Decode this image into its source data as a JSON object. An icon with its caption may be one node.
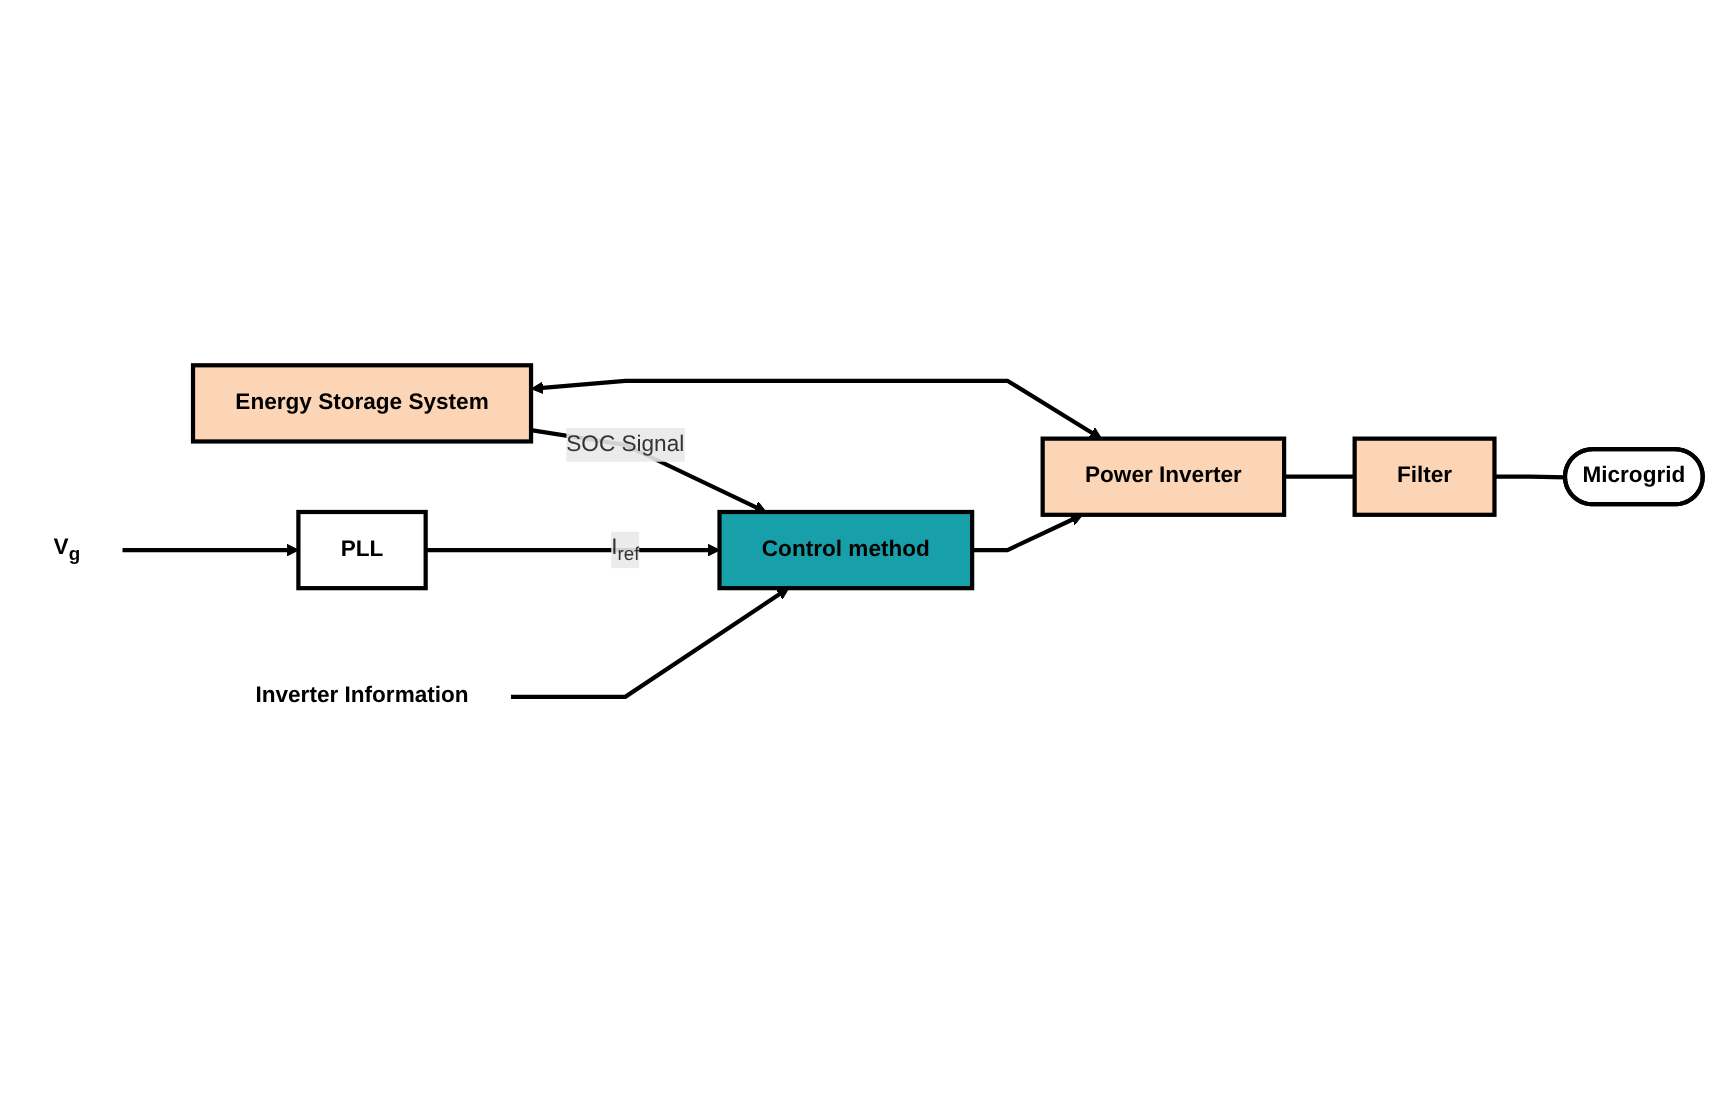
{
  "diagram": {
    "nodes": [
      {
        "text": [
          "Energy Storage System"
        ]
      },
      {
        "text": [
          "Power Inverter"
        ]
      },
      {
        "text": [
          "Filter"
        ]
      },
      {
        "text": [
          "Microgrid"
        ]
      },
      {
        "text": [
          "Control method"
        ]
      },
      {
        "text": [
          "PLL"
        ]
      },
      {
        "text": [
          "Inverter Information"
        ]
      },
      {
        "text": [
          "V$_{g}$"
        ]
      }
    ],
    "edges": [
      {
        "from": 0,
        "to": 1,
        "arrow": "both"
      },
      {
        "from": 1,
        "to": 2,
        "arrow": "none"
      },
      {
        "from": 2,
        "to": 3,
        "arrow": "none"
      },
      {
        "from": 4,
        "to": 1,
        "arrow": "to"
      },
      {
        "from": 6,
        "to": 4,
        "arrow": "to"
      },
      {
        "from": 0,
        "to": 4,
        "arrow": "to",
        "label": "SOC Signal"
      },
      {
        "from": 5,
        "to": 4,
        "arrow": "to",
        "label": "I$_{ref}$"
      },
      {
        "from": 7,
        "to": 5,
        "arrow": "to"
      }
    ]
  }
}
